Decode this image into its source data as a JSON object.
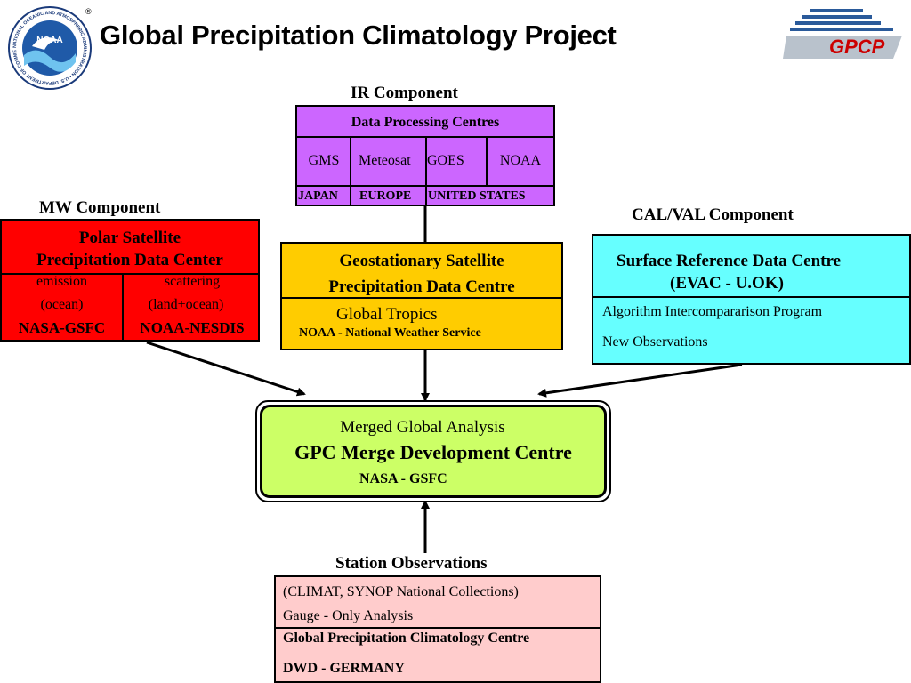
{
  "header": {
    "title": "Global Precipitation Climatology Project",
    "noaa_logo_text": "NOAA",
    "noaa_ring_text": "NATIONAL OCEANIC AND ATMOSPHERIC ADMINISTRATION • U.S. DEPARTMENT OF COMMERCE",
    "registered_mark": "®",
    "gpcp_logo_text": "GPCP"
  },
  "ir": {
    "label": "IR  Component",
    "header": "Data Processing Centres",
    "satellites": [
      "GMS",
      "Meteosat",
      "GOES",
      "NOAA"
    ],
    "regions": [
      "JAPAN",
      "EUROPE",
      "UNITED STATES"
    ]
  },
  "mw": {
    "label": "MW  Component",
    "title_line1": "Polar Satellite",
    "title_line2": "Precipitation Data Center",
    "col1_line1": "emission",
    "col1_line2": "(ocean)",
    "col1_line3": "NASA-GSFC",
    "col2_line1": "scattering",
    "col2_line2": "(land+ocean)",
    "col2_line3": "NOAA-NESDIS"
  },
  "geo": {
    "title_line1": "Geostationary Satellite",
    "title_line2": "Precipitation Data Centre",
    "line3": "Global  Tropics",
    "line4": "NOAA - National  Weather  Service"
  },
  "calval": {
    "label": "CAL/VAL  Component",
    "title_line1": "Surface Reference Data Centre",
    "title_line2": "(EVAC - U.OK)",
    "line3": "Algorithm  Intercompararison Program",
    "line4": "New  Observations"
  },
  "merge": {
    "line1": "Merged  Global  Analysis",
    "line2": "GPC Merge Development Centre",
    "line3": "NASA -  GSFC"
  },
  "station": {
    "label": "Station  Observations",
    "line1": "(CLIMAT, SYNOP National Collections)",
    "line2": "Gauge - Only Analysis",
    "line3": "Global Precipitation Climatology Centre",
    "line4": "DWD  -  GERMANY"
  },
  "colors": {
    "ir_box": "#cc66ff",
    "mw_box": "#ff0000",
    "geo_box": "#ffcc00",
    "calval_box": "#66ffff",
    "merge_box": "#ccff66",
    "station_box": "#ffcccc"
  }
}
